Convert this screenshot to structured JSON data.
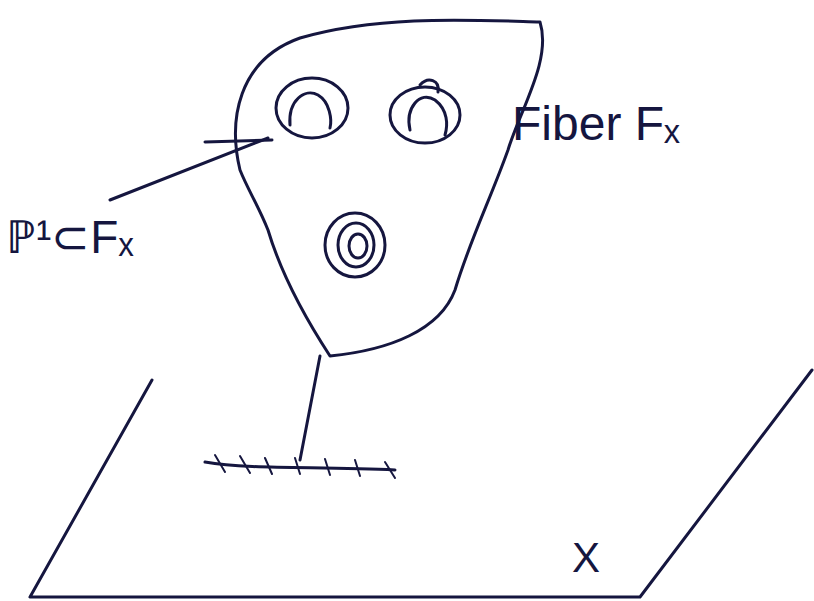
{
  "diagram": {
    "labels": [
      "ℙ¹⊂Fₓ",
      "Fiber Fₓ",
      "X"
    ]
  }
}
